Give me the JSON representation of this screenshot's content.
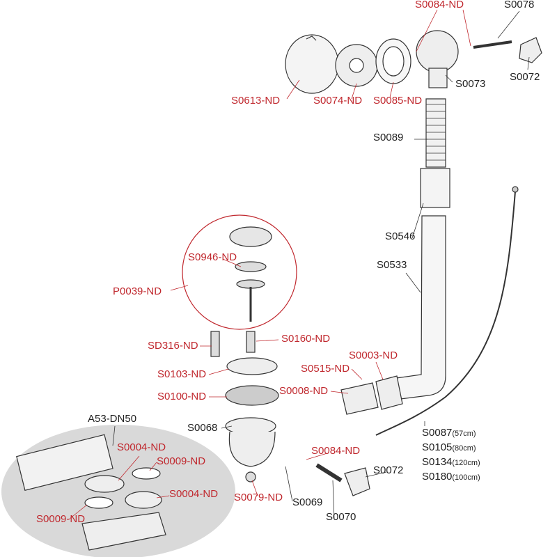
{
  "colors": {
    "part_label": "#222222",
    "sub_part_label": "#c0272d",
    "kit_background": "#d9d9d9"
  },
  "labels": {
    "s0084_top": "S0084-ND",
    "s0078": "S0078",
    "s0072_top": "S0072",
    "s0613": "S0613-ND",
    "s0074": "S0074-ND",
    "s0085": "S0085-ND",
    "s0073": "S0073",
    "s0089": "S0089",
    "s0546": "S0546",
    "s0533": "S0533",
    "s0946": "S0946-ND",
    "p0039": "P0039-ND",
    "sd316": "SD316-ND",
    "s0160": "S0160-ND",
    "s0103": "S0103-ND",
    "s0003": "S0003-ND",
    "s0515": "S0515-ND",
    "s0100": "S0100-ND",
    "s0008": "S0008-ND",
    "a53": "A53-DN50",
    "s0068": "S0068",
    "s0004_a": "S0004-ND",
    "s0009_a": "S0009-ND",
    "s0084_bot": "S0084-ND",
    "s0072_bot": "S0072",
    "s0004_b": "S0004-ND",
    "s0009_b": "S0009-ND",
    "s0079": "S0079-ND",
    "s0069": "S0069",
    "s0070": "S0070"
  },
  "cables": [
    {
      "code": "S0087",
      "length": "(57cm)"
    },
    {
      "code": "S0105",
      "length": "(80cm)"
    },
    {
      "code": "S0134",
      "length": "(120cm)"
    },
    {
      "code": "S0180",
      "length": "(100cm)"
    }
  ]
}
